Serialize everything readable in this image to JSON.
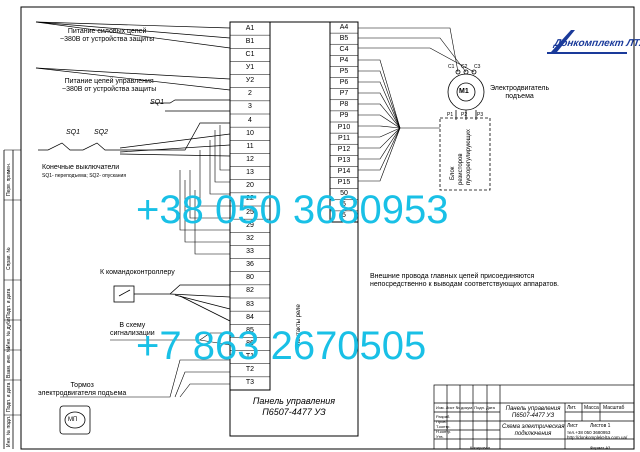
{
  "phones": {
    "ua": "+38 050 3680953",
    "ru": "+7 863 2670505"
  },
  "logo": {
    "text": "Донкомплект ЛТА"
  },
  "left_labels": {
    "power": [
      "Питание силовых цепей",
      "~380В от устройства защиты"
    ],
    "control": [
      "Питание цепей управления",
      "~380В от устройства защиты"
    ],
    "sq01": "SQ1",
    "sq1": "SQ1",
    "sq2": "SQ2",
    "limit": [
      "Конечные выключатели",
      "SQ1- переподъема; SQ2- опускания"
    ],
    "controller": "К командоконтроллеру",
    "signal": [
      "В схему",
      "сигнализации"
    ],
    "brake": [
      "Тормоз",
      "электродвигателя подъема"
    ],
    "brake_symbol": "МП"
  },
  "left_terminals": [
    "A1",
    "B1",
    "C1",
    "У1",
    "У2",
    "2",
    "3",
    "4",
    "10",
    "11",
    "12",
    "13",
    "20",
    "22",
    "25",
    "29",
    "32",
    "33",
    "36",
    "80",
    "82",
    "83",
    "84",
    "85",
    "86",
    "T1",
    "T2",
    "T3"
  ],
  "right_terminals": [
    "A4",
    "B5",
    "C4",
    "P4",
    "P5",
    "P6",
    "P7",
    "P8",
    "P9",
    "P10",
    "P11",
    "P12",
    "P13",
    "P14",
    "P15",
    "50",
    "5",
    "5"
  ],
  "panel": {
    "title_line1": "Панель управления",
    "title_line2": "П6507-4477 УЗ",
    "vertical_text": "Контакты реле"
  },
  "motor": {
    "symbol": "M1",
    "label": [
      "Электродвигатель",
      "подъема"
    ],
    "ports_top": [
      "C1",
      "C2",
      "C3"
    ],
    "ports_bottom": [
      "P1",
      "P2",
      "P3"
    ],
    "resistor_text": [
      "Блок",
      "резисторов",
      "пускорегулирующих"
    ]
  },
  "note": [
    "Внешние провода главных цепей присоединяются",
    "непосредственно к выводам соответствующих аппаратов."
  ],
  "title_block": {
    "name": [
      "Панель управления",
      "П6507-4477 УЗ"
    ],
    "doc": [
      "Схема электрическая",
      "подключения"
    ],
    "cols": [
      "Лит.",
      "Масса",
      "Масштаб"
    ],
    "sheet": "Лист",
    "sheets": "Листов 1",
    "contact": [
      "тел.+38 050 3680953",
      "http://donkomplekt-lta.com.ua/"
    ],
    "rows": [
      "Изм.",
      "Лист",
      "№ докум.",
      "Подп.",
      "Дата",
      "Разраб.",
      "Пров.",
      "Т.контр.",
      "Н.контр.",
      "Утв."
    ],
    "copied": "Копировал",
    "format": "Формат А3"
  },
  "side_strip": [
    "Перв. примен.",
    "Справ. №",
    "Подп. и дата",
    "Инв. № дубл.",
    "Взам. инв. №",
    "Подп. и дата",
    "Инв. № подл."
  ]
}
